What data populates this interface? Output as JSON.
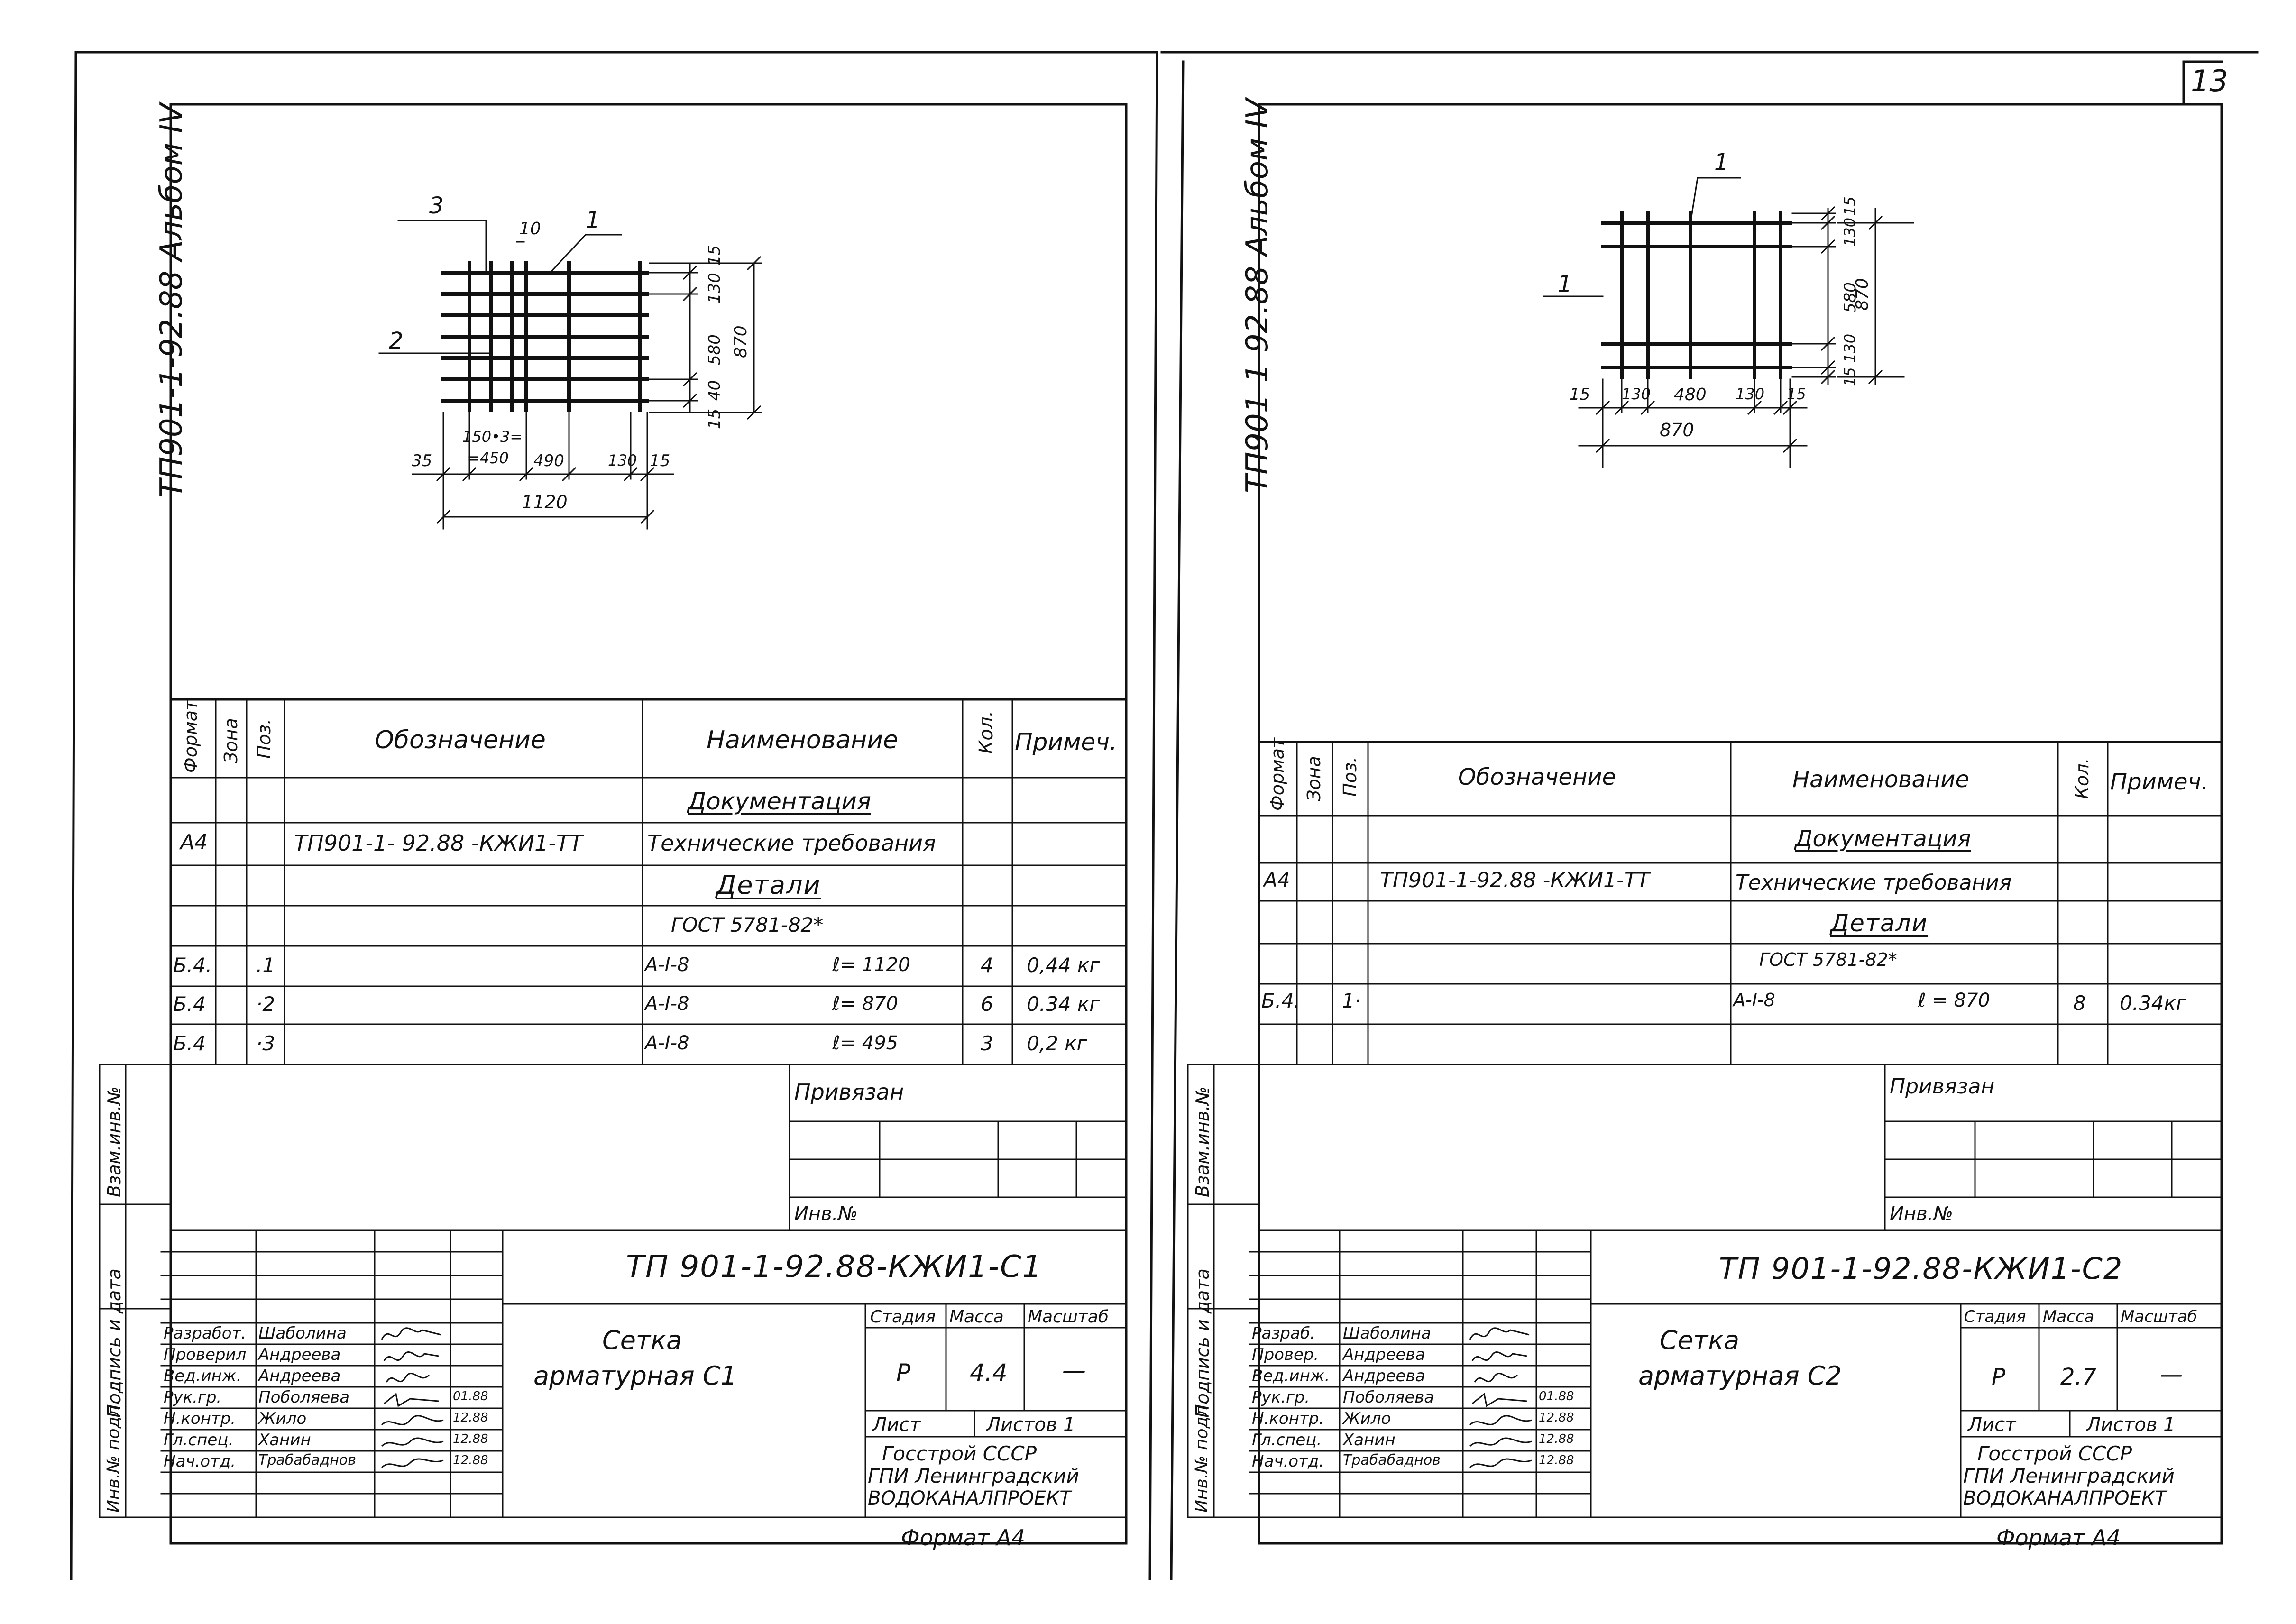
{
  "page_number": "13",
  "sheets": [
    {
      "id": "C1",
      "album": "ТП901-1-92.88 Альбом IV",
      "drawing": {
        "callouts": [
          "1",
          "2",
          "3"
        ],
        "dims": {
          "d10": "10",
          "d15a": "15",
          "d130a": "130",
          "d580": "580",
          "d870": "870",
          "d40": "40",
          "d15b": "15",
          "d35": "35",
          "d150": "150•3=",
          "d450": "=450",
          "d490": "490",
          "d130b": "130",
          "d15c": "15",
          "d1120": "1120"
        }
      },
      "spec": {
        "headers": {
          "format": "Формат",
          "zone": "Зона",
          "pos": "Поз.",
          "designation": "Обозначение",
          "name": "Наименование",
          "qty": "Кол.",
          "note": "Примеч."
        },
        "doc_section": "Документация",
        "doc_row": {
          "format": "А4",
          "designation": "ТП901-1- 92.88 -КЖИ1-ТТ",
          "name": "Технические требования"
        },
        "details_section": "Детали",
        "gost": "ГОСТ 5781-82*",
        "rows": [
          {
            "format": "Б.4.",
            "pos": ".1",
            "name": "A-I-8",
            "length": "ℓ= 1120",
            "qty": "4",
            "note": "0,44 кг"
          },
          {
            "format": "Б.4",
            "pos": "·2",
            "name": "A-I-8",
            "length": "ℓ= 870",
            "qty": "6",
            "note": "0.34 кг"
          },
          {
            "format": "Б.4",
            "pos": "·3",
            "name": "A-I-8",
            "length": "ℓ= 495",
            "qty": "3",
            "note": "0,2 кг"
          }
        ]
      },
      "side_labels": {
        "vzam": "Взам.инв.№",
        "podpis": "Подпись и дата",
        "inv": "Инв.№ подл."
      },
      "bound": {
        "label": "Привязан",
        "inv": "Инв.№"
      },
      "title_block": {
        "code": "ТП 901-1-92.88-КЖИ1-С1",
        "name_line1": "Сетка",
        "name_line2": "арматурная С1",
        "roles": [
          "Разработ.",
          "Проверил",
          "Вед.инж.",
          "Рук.гр.",
          "Н.контр.",
          "Гл.спец.",
          "Нач.отд."
        ],
        "names": [
          "Шаболина",
          "Андреева",
          "Андреева",
          "Поболяева",
          "Жило",
          "Ханин",
          "Трабабаднов"
        ],
        "dates": [
          "01.88",
          "12.88",
          "12.88",
          "12.88"
        ],
        "stage_label": "Стадия",
        "mass_label": "Масса",
        "scale_label": "Масштаб",
        "stage": "Р",
        "mass": "4.4",
        "scale": "—",
        "sheet_label": "Лист",
        "sheets_label": "Листов 1",
        "org": [
          "Госстрой СССР",
          "ГПИ Ленинградский",
          "ВОДОКАНАЛПРОЕКТ"
        ],
        "format": "Формат А4"
      }
    },
    {
      "id": "C2",
      "album": "ТП901-1-92.88 Альбом IV",
      "drawing": {
        "callouts": [
          "1",
          "1"
        ],
        "dims": {
          "d15a": "15",
          "d130a": "130",
          "d580": "580",
          "d130b": "130",
          "d15b": "15",
          "d870v": "870",
          "d15c": "15",
          "d130c": "130",
          "d480": "480",
          "d130d": "130",
          "d15d": "15",
          "d870h": "870"
        }
      },
      "spec": {
        "headers": {
          "format": "Формат",
          "zone": "Зона",
          "pos": "Поз.",
          "designation": "Обозначение",
          "name": "Наименование",
          "qty": "Кол.",
          "note": "Примеч."
        },
        "doc_section": "Документация",
        "doc_row": {
          "format": "А4",
          "designation": "ТП901-1-92.88 -КЖИ1-ТТ",
          "name": "Технические требования"
        },
        "details_section": "Детали",
        "gost": "ГОСТ 5781-82*",
        "rows": [
          {
            "format": "Б.4.",
            "pos": "1·",
            "name": "A-I-8",
            "length": "ℓ = 870",
            "qty": "8",
            "note": "0.34кг"
          }
        ]
      },
      "side_labels": {
        "vzam": "Взам.инв.№",
        "podpis": "Подпись и дата",
        "inv": "Инв.№ подл."
      },
      "bound": {
        "label": "Привязан",
        "inv": "Инв.№"
      },
      "title_block": {
        "code": "ТП 901-1-92.88-КЖИ1-С2",
        "name_line1": "Сетка",
        "name_line2": "арматурная С2",
        "roles": [
          "Разраб.",
          "Провер.",
          "Вед.инж.",
          "Рук.гр.",
          "Н.контр.",
          "Гл.спец.",
          "Нач.отд."
        ],
        "names": [
          "Шаболина",
          "Андреева",
          "Андреева",
          "Поболяева",
          "Жило",
          "Ханин",
          "Трабабаднов"
        ],
        "dates": [
          "01.88",
          "12.88",
          "12.88",
          "12.88"
        ],
        "stage_label": "Стадия",
        "mass_label": "Масса",
        "scale_label": "Масштаб",
        "stage": "Р",
        "mass": "2.7",
        "scale": "—",
        "sheet_label": "Лист",
        "sheets_label": "Листов 1",
        "org": [
          "Госстрой СССР",
          "ГПИ Ленинградский",
          "ВОДОКАНАЛПРОЕКТ"
        ],
        "format": "Формат А4"
      }
    }
  ]
}
